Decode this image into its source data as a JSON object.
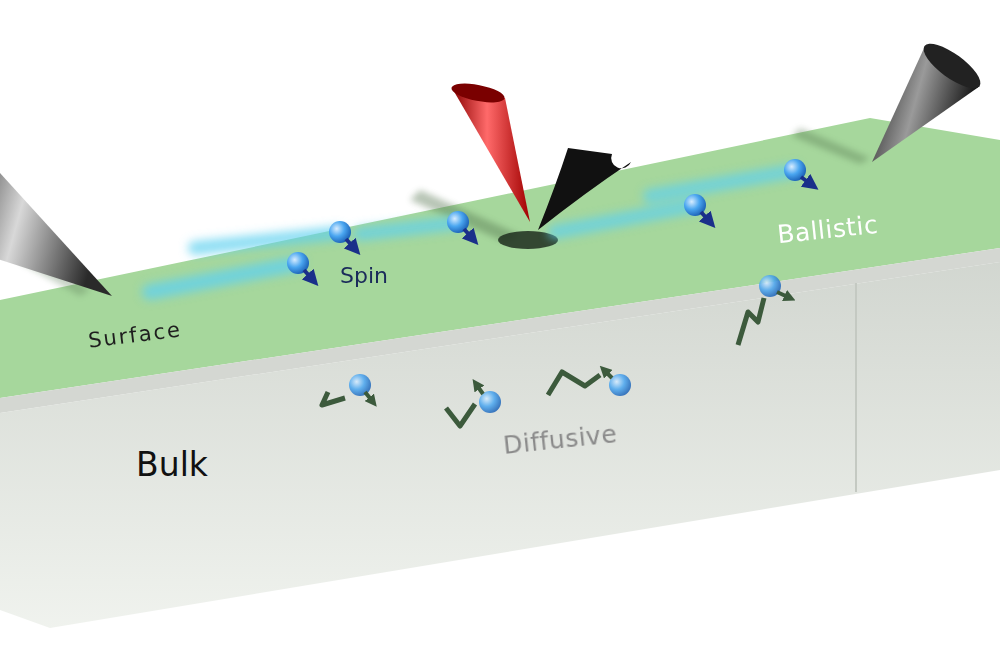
{
  "diagram": {
    "labels": [
      "Ballistic",
      "Spin",
      "Surface",
      "Diffusive",
      "Bulk"
    ]
  }
}
